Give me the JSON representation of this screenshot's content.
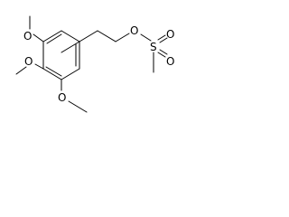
{
  "molecule": {
    "atoms": {
      "o_top_left": "O",
      "o_mid_left": "O",
      "o_bottom": "O",
      "o_chain": "O",
      "s": "S",
      "o_sulfonyl_top": "O",
      "o_sulfonyl_bottom": "O"
    },
    "colors": {
      "bond": "#000000",
      "label": "#000000",
      "background": "#ffffff"
    }
  }
}
